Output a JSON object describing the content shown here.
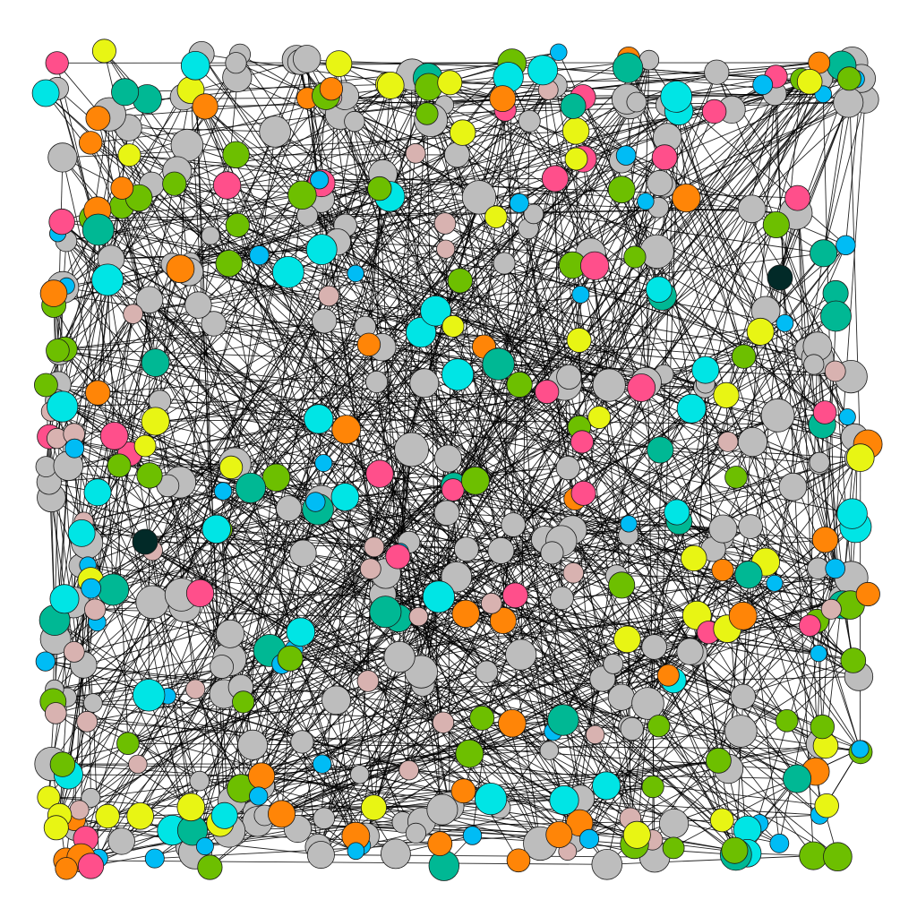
{
  "graph": {
    "type": "network",
    "edge_color": "#000000",
    "background": "#ffffff",
    "palette": {
      "gray": "#bdbdbd",
      "yellow": "#e8f514",
      "orange": "#ff8507",
      "pink": "#ff4f8b",
      "cyan": "#00e5e5",
      "teal": "#00b894",
      "green": "#6dbf00",
      "sky": "#00bcf5",
      "rosy": "#d8b2b0",
      "dark": "#022a28"
    },
    "node_type_weights": {
      "gray": 40,
      "yellow": 8,
      "orange": 7,
      "pink": 6,
      "cyan": 7,
      "teal": 8,
      "green": 9,
      "sky": 8,
      "rosy": 5
    },
    "node_count": 520,
    "edge_count": 1450,
    "dark_nodes": 2
  }
}
